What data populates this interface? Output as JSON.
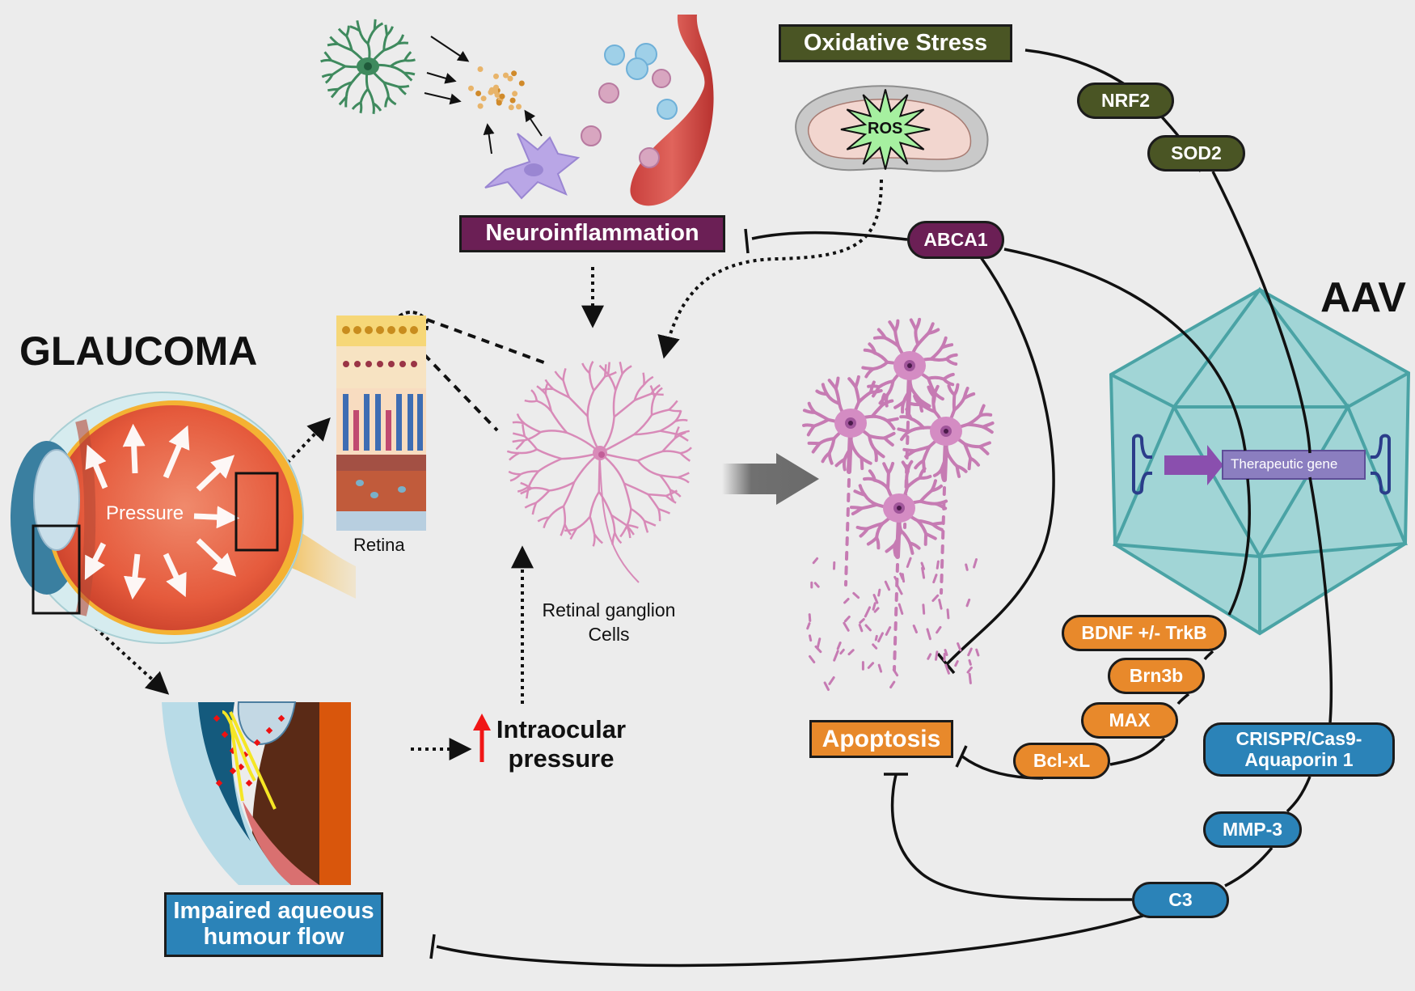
{
  "title": "GLAUCOMA",
  "aav_title": "AAV",
  "colors": {
    "background": "#ececec",
    "oxidative_green": "#4a5524",
    "neuro_purple": "#6b1f55",
    "apoptosis_orange": "#e8892b",
    "aqueous_blue": "#2b83b8",
    "capsid_teal": "#7fc7c9",
    "gene_purple": "#8b6fb8"
  },
  "eye": {
    "pressure_label": "Pressure",
    "retina_label": "Retina"
  },
  "cells": {
    "rgc_label_line1": "Retinal ganglion",
    "rgc_label_line2": "Cells"
  },
  "processes": {
    "oxidative_stress": "Oxidative Stress",
    "neuroinflammation": "Neuroinflammation",
    "apoptosis": "Apoptosis",
    "impaired_flow_line1": "Impaired aqueous",
    "impaired_flow_line2": "humour flow",
    "iop_line1": "Intraocular",
    "iop_line2": "pressure",
    "ros": "ROS"
  },
  "vector": {
    "gene_label": "Therapeutic gene"
  },
  "targets": {
    "nrf2": "NRF2",
    "sod2": "SOD2",
    "abca1": "ABCA1",
    "bdnf": "BDNF +/- TrkB",
    "brn3b": "Brn3b",
    "max": "MAX",
    "bclxl": "Bcl-xL",
    "crispr_line1": "CRISPR/Cas9-",
    "crispr_line2": "Aquaporin 1",
    "mmp3": "MMP-3",
    "c3": "C3"
  }
}
